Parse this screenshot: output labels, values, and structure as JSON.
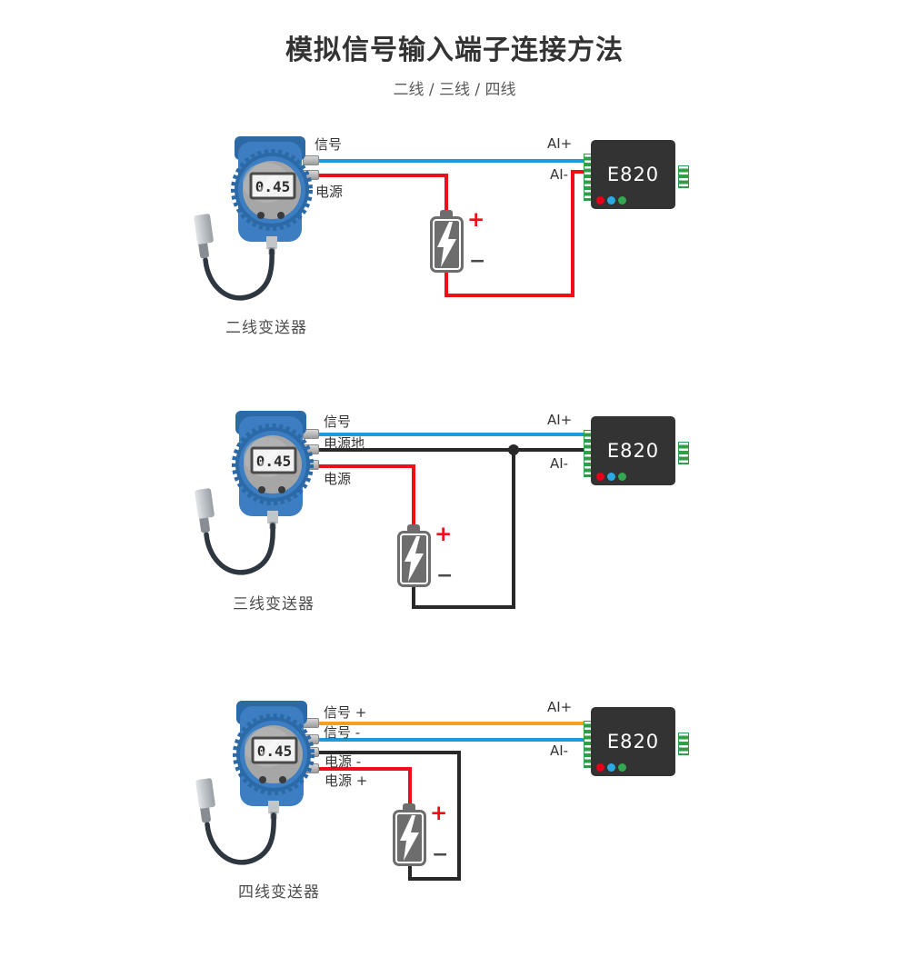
{
  "page": {
    "title": "模拟信号输入端子连接方法",
    "subtitle": "二线 / 三线 / 四线"
  },
  "device": {
    "model": "E820",
    "display_value": "0.45"
  },
  "colors": {
    "wire-blue": "#1e9ad8",
    "wire-red": "#ec1016",
    "wire-orange": "#f2a11e",
    "wire-black": "#282828",
    "module-body": "#333333",
    "terminal-green": "#2f9e47",
    "led-red": "#e8001b",
    "led-blue": "#29abe2",
    "led-green": "#2fa84f",
    "transmitter-blue": "#3c7ec1",
    "transmitter-blue-dark": "#2c69a7",
    "transmitter-face-gray": "#a6a6a6",
    "battery-gray": "#6d6d6d",
    "label-dark": "#333333",
    "caption-gray": "#4d4d4d"
  },
  "diagrams": [
    {
      "caption": "二线变送器",
      "terminals": [
        {
          "label": "信号"
        },
        {
          "label": "电源"
        }
      ],
      "inputs": [
        {
          "label": "AI+"
        },
        {
          "label": "AI-"
        }
      ],
      "battery": {
        "plus": "+",
        "minus": "−"
      }
    },
    {
      "caption": "三线变送器",
      "terminals": [
        {
          "label": "信号"
        },
        {
          "label": "电源地"
        },
        {
          "label": "电源"
        }
      ],
      "inputs": [
        {
          "label": "AI+"
        },
        {
          "label": "AI-"
        }
      ],
      "battery": {
        "plus": "+",
        "minus": "−"
      }
    },
    {
      "caption": "四线变送器",
      "terminals": [
        {
          "label": "信号 +"
        },
        {
          "label": "信号 -"
        },
        {
          "label": "电源 -"
        },
        {
          "label": "电源 +"
        }
      ],
      "inputs": [
        {
          "label": "AI+"
        },
        {
          "label": "AI-"
        }
      ],
      "battery": {
        "plus": "+",
        "minus": "−"
      }
    }
  ]
}
